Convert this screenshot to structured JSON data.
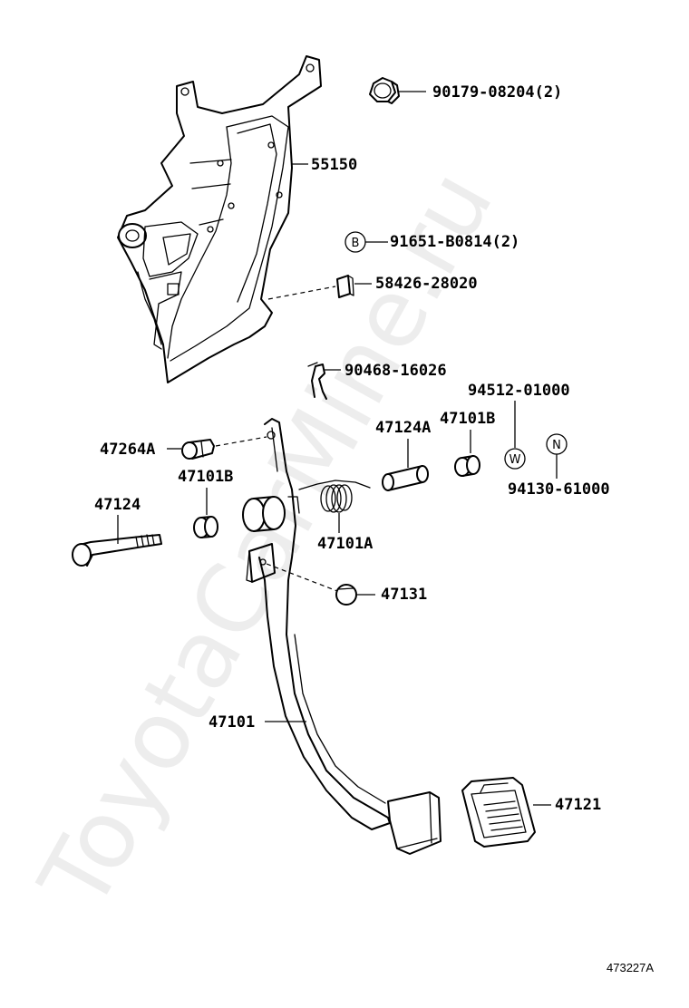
{
  "figure_id": "473227A",
  "watermark_text": "ToyotaCarMine.ru",
  "parts": {
    "bracket": "55150",
    "nut": "90179-08204(2)",
    "bolt_b": "91651-B0814(2)",
    "cushion": "58426-28020",
    "clip": "90468-16026",
    "washer_w": "94512-01000",
    "nut_n": "94130-61000",
    "pin": "47264A",
    "bushing_left": "47101B",
    "bushing_right": "47101B",
    "collar": "47124A",
    "bolt": "47124",
    "spring": "47101A",
    "stopper": "47131",
    "pedal_arm": "47101",
    "pedal_pad": "47121"
  },
  "callout_letters": {
    "b": "B",
    "w": "W",
    "n": "N"
  }
}
